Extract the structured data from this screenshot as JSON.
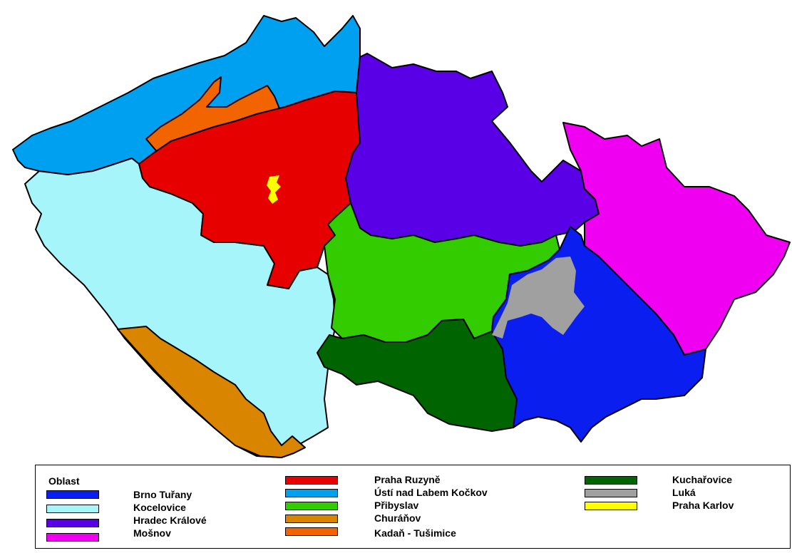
{
  "legend": {
    "title": "Oblast",
    "regions": [
      {
        "name": "Brno Tuřany",
        "color": "#0a1ef0"
      },
      {
        "name": "Kocelovice",
        "color": "#a6f5fa"
      },
      {
        "name": "Hradec  Králové",
        "color": "#5a00e6"
      },
      {
        "name": "Mošnov",
        "color": "#f000f0"
      },
      {
        "name": "Praha Ruzyně",
        "color": "#e60000"
      },
      {
        "name": "Ústí nad Labem Kočkov",
        "color": "#00a0f0"
      },
      {
        "name": "Přibyslav",
        "color": "#33cc00"
      },
      {
        "name": "Churáňov",
        "color": "#d98500"
      },
      {
        "name": "Kadaň - Tušimice",
        "color": "#f26400"
      },
      {
        "name": "Kuchařovice",
        "color": "#006400"
      },
      {
        "name": "Luká",
        "color": "#a0a0a0"
      },
      {
        "name": "Praha Karlov",
        "color": "#ffff00"
      }
    ]
  }
}
